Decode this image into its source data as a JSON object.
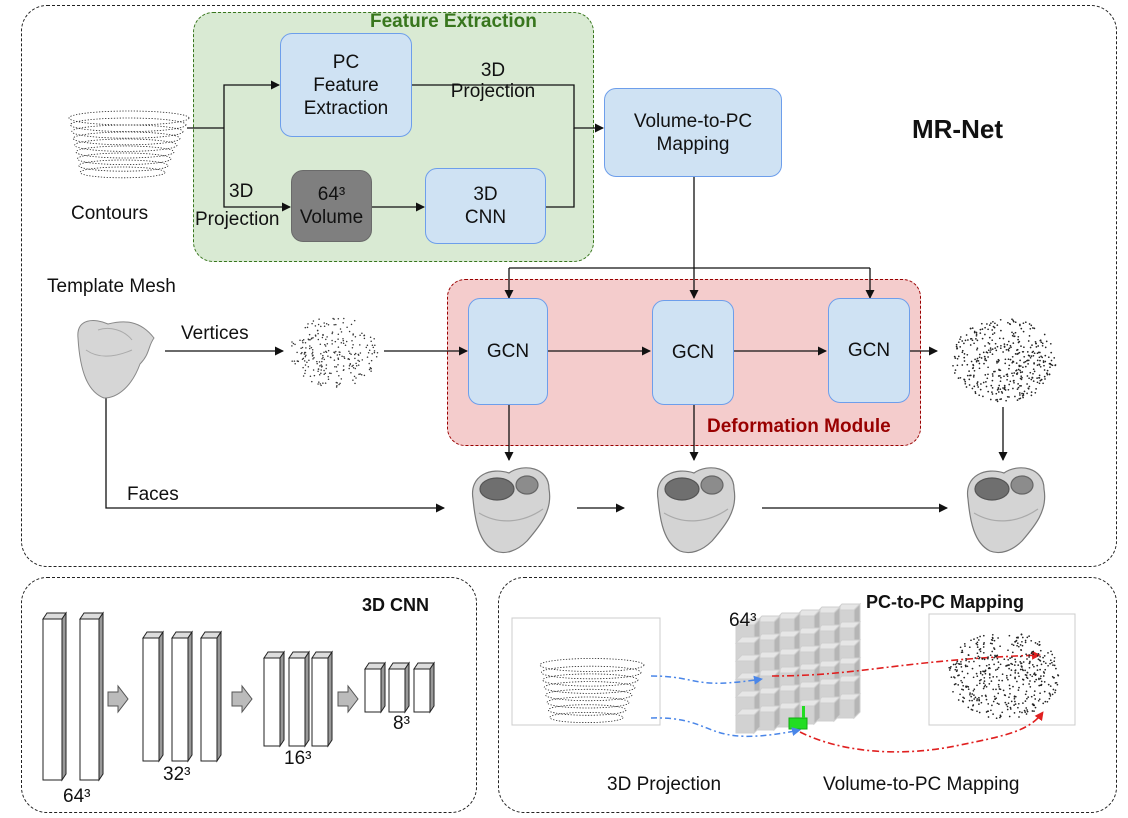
{
  "mr_net": {
    "title": "MR-Net",
    "feature_extraction": {
      "title": "Feature  Extraction",
      "pc_feature_extraction": "PC\nFeature\nExtraction",
      "projection_top": "3D\nProjection",
      "projection_left_a": "3D",
      "projection_left_b": "Projection",
      "volume": "64³\nVolume",
      "cnn": "3D\nCNN"
    },
    "volume_to_pc": "Volume-to-PC\nMapping",
    "contours": "Contours",
    "template_mesh": "Template Mesh",
    "vertices": "Vertices",
    "faces": "Faces",
    "deformation_module": {
      "title": "Deformation Module",
      "gcn": [
        "GCN",
        "GCN",
        "GCN"
      ]
    }
  },
  "cnn_panel": {
    "title": "3D CNN",
    "sizes": [
      "64³",
      "32³",
      "16³",
      "8³"
    ]
  },
  "mapping_panel": {
    "title": "PC-to-PC Mapping",
    "volume_size": "64³",
    "projection_label": "3D Projection",
    "mapping_label": "Volume-to-PC Mapping"
  },
  "colors": {
    "feature_fill": "#d9ead3",
    "feature_border": "#38761d",
    "deform_fill": "#f4cccc",
    "deform_border": "#990000",
    "module_fill": "#cfe2f3",
    "module_border": "#6d9eeb",
    "volume_fill": "#7f7f7f",
    "projection_arrow": "#4a86e8",
    "mapping_arrow": "#e02020",
    "voxel_highlight": "#22dd22"
  }
}
